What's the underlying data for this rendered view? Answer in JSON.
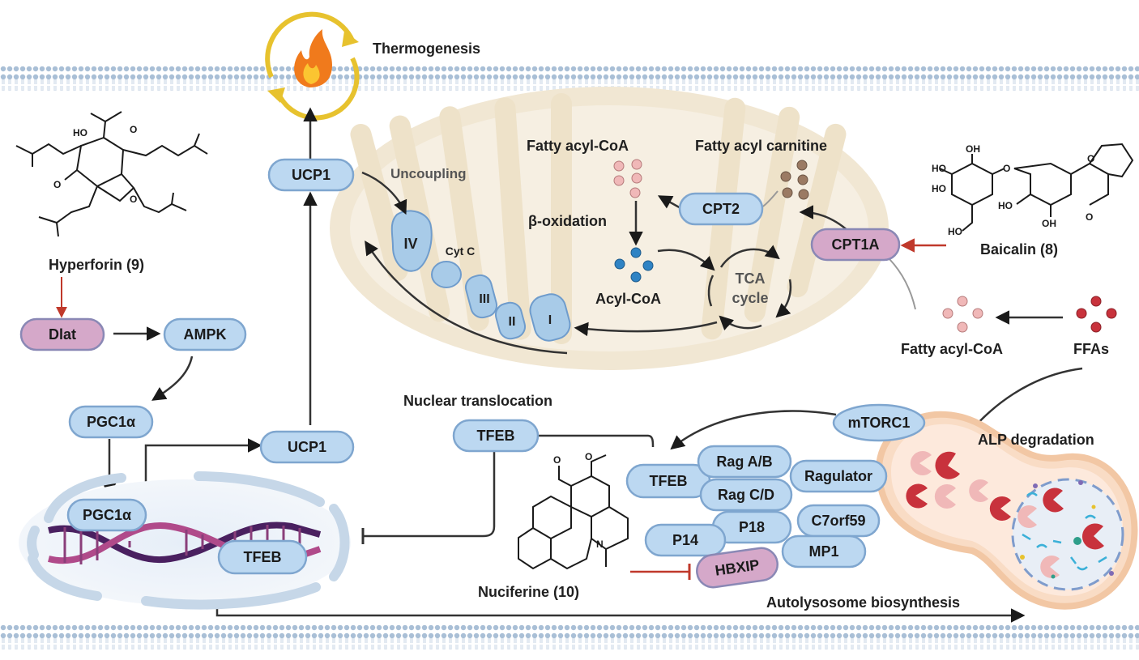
{
  "title_thermogenesis": "Thermogenesis",
  "compounds": {
    "hyperforin": "Hyperforin (9)",
    "baicalin": "Baicalin (8)",
    "nuciferine": "Nuciferine (10)"
  },
  "mito": {
    "uncoupling": "Uncoupling",
    "fatty_acyl_coa_top": "Fatty acyl-CoA",
    "fatty_acyl_carnitine": "Fatty acyl carnitine",
    "beta_oxidation": "β-oxidation",
    "acyl_coa": "Acyl-CoA",
    "tca_line1": "TCA",
    "tca_line2": "cycle",
    "complex_iv": "IV",
    "complex_iii": "III",
    "complex_ii": "II",
    "complex_i": "I",
    "cyt_c": "Cyt C"
  },
  "nodes": {
    "ucp1_top": "UCP1",
    "ucp1_mid": "UCP1",
    "cpt2": "CPT2",
    "cpt1a": "CPT1A",
    "dlat": "Dlat",
    "ampk": "AMPK",
    "pgc1a_1": "PGC1α",
    "pgc1a_2": "PGC1α",
    "tfeb_nuclear": "TFEB",
    "tfeb_top": "TFEB",
    "tfeb_complex": "TFEB",
    "mtorc1": "mTORC1",
    "rag_ab": "Rag A/B",
    "rag_cd": "Rag C/D",
    "ragulator": "Ragulator",
    "p18": "P18",
    "p14": "P14",
    "c7orf59": "C7orf59",
    "mp1": "MP1",
    "hbxip": "HBXIP"
  },
  "labels": {
    "fatty_acyl_coa_right": "Fatty acyl-CoA",
    "ffas": "FFAs",
    "nuclear_translocation": "Nuclear translocation",
    "alp_degradation": "ALP degradation",
    "autolysosome": "Autolysosome biosynthesis"
  },
  "chem_labels": {
    "ho": "HO",
    "o": "O",
    "oh": "OH",
    "n": "N"
  },
  "colors": {
    "pill_blue": "#bcd8f1",
    "pill_blue_border": "#7fa6cf",
    "pill_pink": "#d5a8c9",
    "pill_pink_border": "#8a88b5",
    "mito_fill": "#f1e7d3",
    "arrow": "#1a1a1a",
    "inhibit_red": "#c0392b",
    "dot_pink": "#f0b8b8",
    "dot_brown": "#9b7a63",
    "dot_blue": "#2f83c4",
    "dot_red": "#c8323c"
  }
}
